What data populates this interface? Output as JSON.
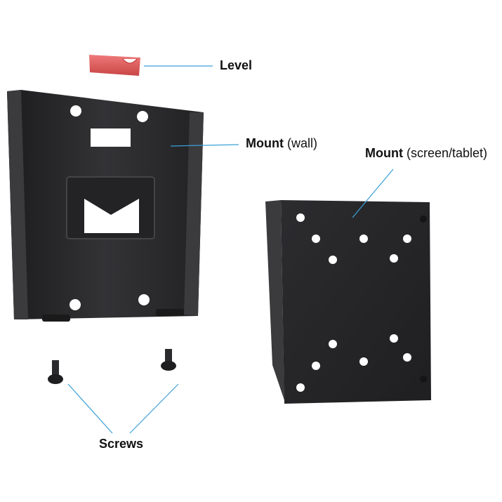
{
  "labels": {
    "level": "Level",
    "mount_wall_bold": "Mount",
    "mount_wall_sub": "(wall)",
    "mount_screen_bold": "Mount",
    "mount_screen_sub": "(screen/tablet)",
    "screws": "Screws"
  },
  "colors": {
    "level": "#e05a5a",
    "metal": "#2b2b2d",
    "leader": "#3aa0d8",
    "text": "#111111"
  }
}
